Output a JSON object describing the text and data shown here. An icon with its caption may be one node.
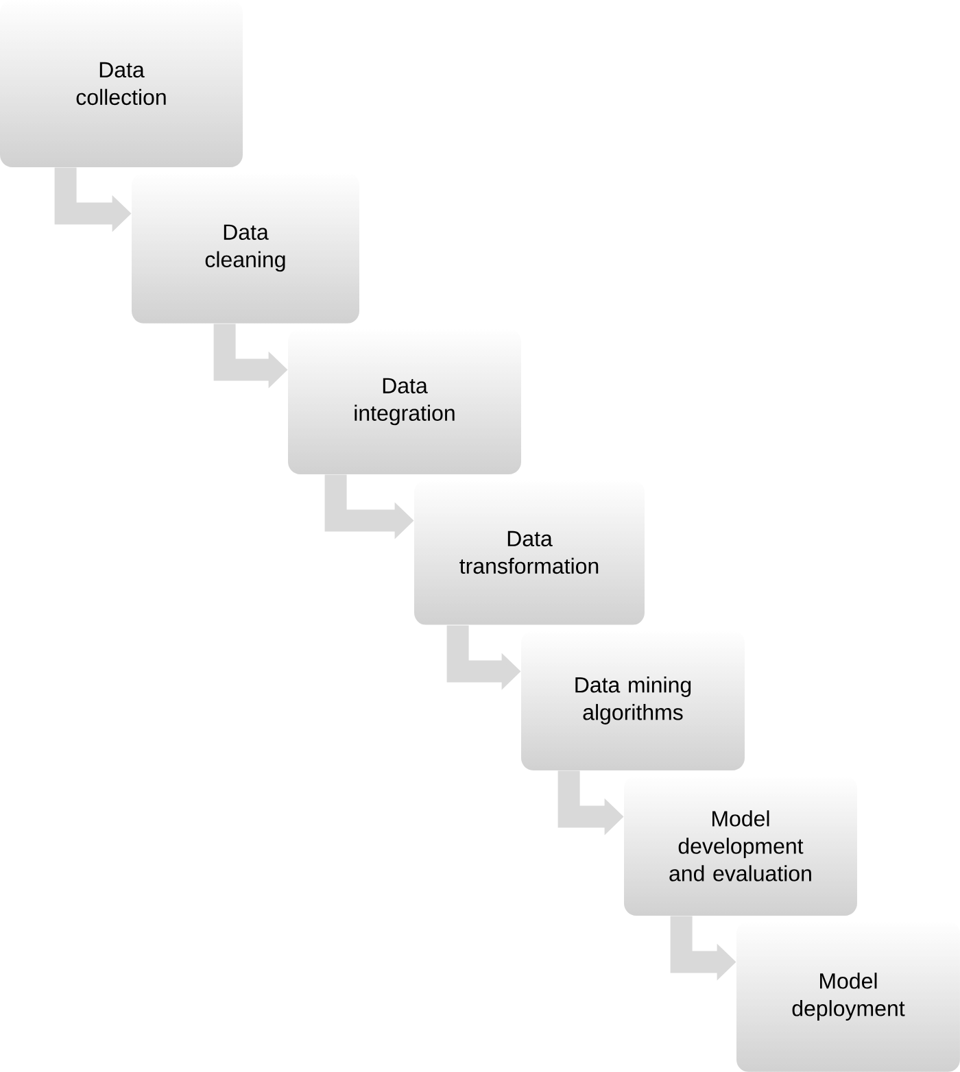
{
  "diagram": {
    "nodes": [
      {
        "text": [
          "Data collection"
        ]
      },
      {
        "text": [
          "Data cleaning"
        ]
      },
      {
        "text": [
          "Data integration"
        ]
      },
      {
        "text": [
          "Data transformation"
        ]
      },
      {
        "text": [
          "Data mining algorithms"
        ]
      },
      {
        "text": [
          "Model development and evaluation"
        ]
      },
      {
        "text": [
          "Model deployment"
        ]
      }
    ],
    "edges": [
      {
        "from": 0,
        "to": 1,
        "arrow": "to"
      },
      {
        "from": 1,
        "to": 2,
        "arrow": "to"
      },
      {
        "from": 2,
        "to": 3,
        "arrow": "to"
      },
      {
        "from": 3,
        "to": 4,
        "arrow": "to"
      },
      {
        "from": 4,
        "to": 5,
        "arrow": "to"
      },
      {
        "from": 5,
        "to": 6,
        "arrow": "to"
      }
    ]
  }
}
